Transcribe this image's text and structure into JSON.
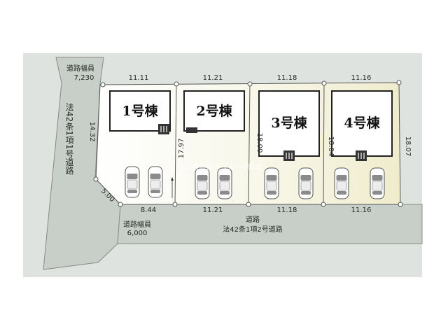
{
  "site_plan": {
    "roads": {
      "west_width_label": "道路幅員",
      "west_width_value": "7,230",
      "west_type": "法42条1項1号道路",
      "south_width_label": "道路幅員",
      "south_width_value": "6,000",
      "south_name": "道路",
      "south_type": "法42条1項2号道路"
    },
    "lots": [
      {
        "label": "1号棟",
        "top_dim": "11.11",
        "bottom_dim": "8.44"
      },
      {
        "label": "2号棟",
        "top_dim": "11.21",
        "bottom_dim": "11.21",
        "side_dim": "17.97"
      },
      {
        "label": "3号棟",
        "top_dim": "11.18",
        "bottom_dim": "11.18",
        "side_dim": "18.00"
      },
      {
        "label": "4号棟",
        "top_dim": "11.16",
        "bottom_dim": "11.16",
        "side_dim": "18.04",
        "right_dim": "18.07"
      }
    ],
    "west_side_dim": "14.32",
    "corner_dim": "5.00",
    "watermark": "三井住友トラスト不動産"
  },
  "colors": {
    "road": "#d4d9d4",
    "lot": "#f6f5e4",
    "house": "#ffffff",
    "outline": "#555555"
  }
}
